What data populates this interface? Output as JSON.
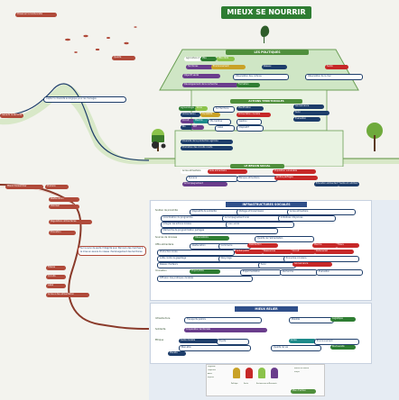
{
  "title": "MIEUX SE NOURRIR",
  "colors": {
    "ochre": "#c9a227",
    "forest": "#2e7d32",
    "lime": "#8bc34a",
    "blue": "#1d3d6a",
    "violet": "#6a3d8c",
    "teal": "#1d8a8a",
    "rust": "#a14b2e",
    "terracotta": "#b04a3a",
    "red": "#c62828",
    "pink": "#d64f6a",
    "panel_green": "#4f8f3c",
    "panel_blue": "#2f4f8a"
  },
  "icons": [
    "leaf-icon",
    "fruit-icon",
    "tractor-icon",
    "rooster-icon",
    "tree-icon",
    "bird-icon",
    "house-icon",
    "hill-icon"
  ],
  "left_tags": {
    "top_tag": "Préserver la biodiversité",
    "right_top_tag": "Qualité",
    "slope_caption": "Capter la diversité écologique pour les ménages",
    "left_edge_tag": "Garantir la sécurité",
    "mid_tag_a": "Mieux Consommer",
    "mid_tag_b": "Produire",
    "list_1": "Restauration",
    "list_2": "Valoriser",
    "list_3": "Régulations alimentaires",
    "list_4": "Éducation",
    "caption_long": "Sur le suivi de santé l'intégrité pour Parcours des marches à la mise en œuvre du réseau d'aménagement des territoires",
    "bottom_list_1": "Filières",
    "bottom_list_2": "Circuits",
    "bottom_list_3": "Label",
    "bottom_list_4": "Accès à des alimentation"
  },
  "house_panel": {
    "title": "LES POLITIQUES",
    "roof_rows": [
      [
        "Agriculture 4",
        "PNA",
        "PNA 2021"
      ],
      [
        "Territoires",
        "Environnement",
        "Réseau",
        "Santé"
      ],
      [
        "Objectif santé",
        "Observation des cultures",
        "Observation de la mer"
      ],
      [
        "Développement de la recherche",
        "Formation"
      ]
    ],
    "mid_title": "ACTIONS TERRITORIALES",
    "mid_left_rows": [
      [
        "Agroécologie",
        "Zone",
        "Sol Territoire"
      ],
      [
        "Alimentation",
        "Durabilité"
      ],
      [
        "Circuit",
        "Marché",
        "Ma Cantine"
      ],
      [
        "Bio",
        "PAT",
        "Label"
      ]
    ],
    "mid_mid_rows": [
      "Planification",
      "Alimentation durable",
      "Gestion",
      "Dispositif"
    ],
    "mid_right_rows": [
      "Gouvernance",
      "Suivi",
      "Évaluation"
    ],
    "long_tag_1": "Diversité de la production agricole",
    "long_tag_2": "Promotion des circuits courts",
    "bottom_title": "LE BESOIN SOCIAL",
    "bottom_rows": [
      [
        "Accès alimentaire",
        "Aide alimentaire",
        "Population vulnérable"
      ],
      [
        "Épicerie",
        "Banque alimentaire",
        "Jardins partagés"
      ],
      [
        "Accompagnement",
        "Éducation alimentaire"
      ]
    ],
    "bottom_tag": "Santé et nutrition"
  },
  "infra_panel": {
    "title": "INFRASTRUCTURES SOCIALES",
    "row1_label": "Soutien de proximité",
    "row1_items": [
      "Dispositifs de solidarité",
      "Partage et transmission",
      "Accès alimentaire"
    ],
    "row2_items": [
      "Coordination du programme",
      "Accompagnement local",
      "Initiatives citoyennes"
    ],
    "row3_items": [
      "Intégrer les actions locales",
      "Lien social"
    ],
    "row4_items": [
      "Démarche de programmation partagée"
    ],
    "row5_label": "Sources de données",
    "row5_items": [
      "Observatoire",
      "Qualité de l'alimentation"
    ],
    "row6_label": "Offre alimentaire",
    "row6_items": [
      "Restauration",
      "Commerce",
      "Distribution",
      "Marché",
      "Filière"
    ],
    "row7_items": [
      "Production locale",
      "Achat public",
      "Ressources",
      "Circuit",
      "Partenariat"
    ],
    "row8_items": [
      "Lutte contre le gaspillage",
      "Recyclage",
      "Économie circulaire"
    ],
    "row9_items": [
      "Réseau d'acteurs",
      "Suivi",
      "Gouvernance"
    ],
    "row10_label": "Innovation",
    "row10_items": [
      "Projet pilote",
      "Expérimentation",
      "Recherche",
      "Évaluation"
    ],
    "row11_items": [
      "Diffusion des pratiques durables"
    ]
  },
  "lower_panel": {
    "title": "MIEUX RELIER",
    "row1_label": "Infrastructure",
    "row1_items": [
      "Transports publics",
      "Mobilité",
      "Logistique"
    ],
    "row2_label": "Solidarité",
    "row2_items": [
      "Coopération territoriale"
    ],
    "row3_label": "Éthique",
    "row3_items": [
      "Santé durable",
      "Équité",
      "Accès",
      "Environnement"
    ],
    "row4_items": [
      "Bien-être",
      "Qualité de vie",
      "Biodiversité"
    ],
    "row5_items": [
      "Planète"
    ]
  },
  "legend": {
    "left_lines": [
      "Légende",
      "Objectifs",
      "Axes",
      "Enjeux"
    ],
    "items": [
      "Politique",
      "Social",
      "Environnement",
      "Économie"
    ],
    "right_lines": [
      "Mieux se nourrir",
      "Projet"
    ],
    "button_label": "Plan d'action"
  }
}
